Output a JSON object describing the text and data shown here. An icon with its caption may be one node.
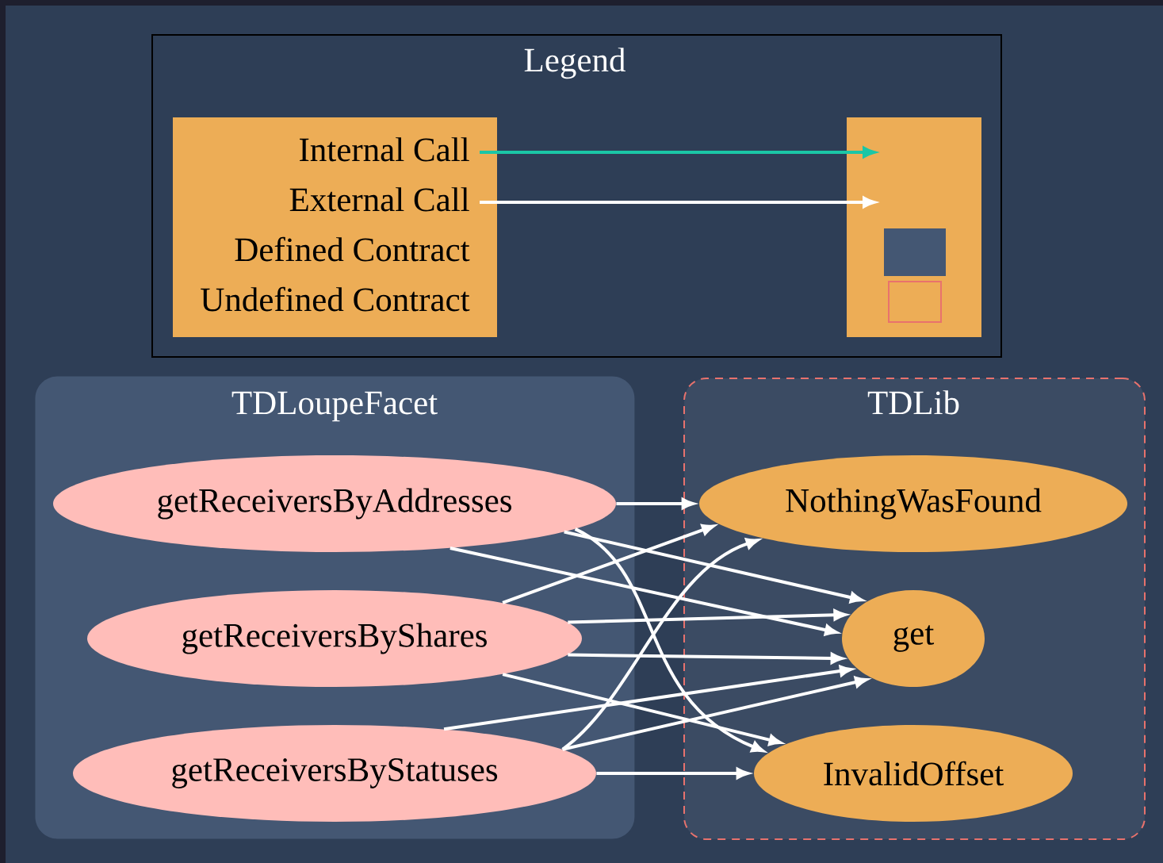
{
  "diagram": {
    "nodes": [
      {
        "text": [
          "TDLoupeFacet"
        ]
      },
      {
        "text": [
          "getReceiversByAddresses"
        ],
        "in": 0
      },
      {
        "text": [
          "getReceiversByShares"
        ],
        "in": 0
      },
      {
        "text": [
          "getReceiversByStatuses"
        ],
        "in": 0
      },
      {
        "text": [
          "TDLib"
        ]
      },
      {
        "text": [
          "NothingWasFound"
        ],
        "in": 4
      },
      {
        "text": [
          "get"
        ],
        "in": 4
      },
      {
        "text": [
          "InvalidOffset"
        ],
        "in": 4
      }
    ],
    "edges": [
      {
        "from": 1,
        "to": 5,
        "arrow": "to"
      },
      {
        "from": 1,
        "to": 6,
        "arrow": "to"
      },
      {
        "from": 1,
        "to": 6,
        "arrow": "to"
      },
      {
        "from": 1,
        "to": 7,
        "arrow": "to"
      },
      {
        "from": 2,
        "to": 5,
        "arrow": "to"
      },
      {
        "from": 2,
        "to": 6,
        "arrow": "to"
      },
      {
        "from": 2,
        "to": 6,
        "arrow": "to"
      },
      {
        "from": 2,
        "to": 7,
        "arrow": "to"
      },
      {
        "from": 3,
        "to": 6,
        "arrow": "to"
      },
      {
        "from": 3,
        "to": 6,
        "arrow": "to"
      },
      {
        "from": 3,
        "to": 5,
        "arrow": "to"
      },
      {
        "from": 3,
        "to": 7,
        "arrow": "to"
      }
    ],
    "labels": [
      "Legend"
    ],
    "legend": [
      {
        "text": "Internal Call"
      },
      {
        "text": "External Call"
      },
      {
        "text": "Defined Contract"
      },
      {
        "text": "Undefined Contract"
      }
    ]
  }
}
